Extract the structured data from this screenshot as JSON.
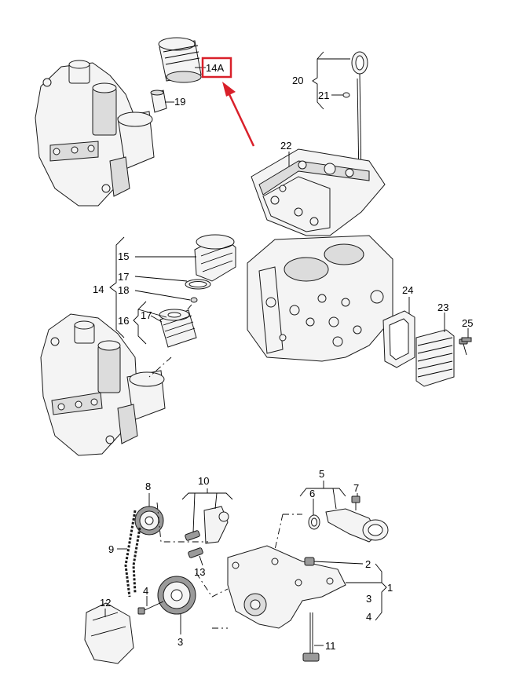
{
  "labels": {
    "p1": "1",
    "p2": "2",
    "p3a": "3",
    "p3b": "3",
    "p4a": "4",
    "p4b": "4",
    "p5": "5",
    "p6": "6",
    "p7": "7",
    "p8": "8",
    "p9": "9",
    "p10": "10",
    "p11": "11",
    "p12": "12",
    "p13": "13",
    "p14": "14",
    "p14a": "14A",
    "p15": "15",
    "p16": "16",
    "p17a": "17",
    "p17b": "17",
    "p18": "18",
    "p19": "19",
    "p20": "20",
    "p21": "21",
    "p22": "22",
    "p23": "23",
    "p24": "24",
    "p25": "25"
  },
  "colors": {
    "highlight": "#d9202a",
    "line": "#000000"
  }
}
